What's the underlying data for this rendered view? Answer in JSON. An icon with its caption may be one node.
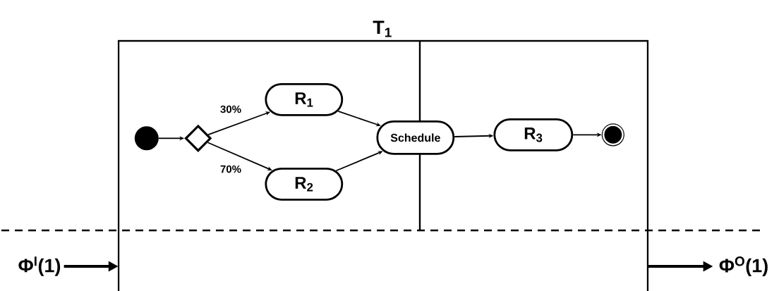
{
  "diagram": {
    "nodes": [
      {
        "text": [
          "T$_{1}$"
        ]
      },
      {
        "text": [],
        "shape": "circle",
        "in": 0
      },
      {
        "text": [],
        "shape": "diamond",
        "in": 0
      },
      {
        "text": [
          "R$_{1}$"
        ],
        "in": 0
      },
      {
        "text": [
          "R$_{2}$"
        ],
        "in": 0
      },
      {
        "text": [
          "Schedule"
        ],
        "in": 0
      },
      {
        "text": [
          "R$_{3}$"
        ],
        "in": 0
      },
      {
        "text": [],
        "shape": "circle",
        "in": 0
      },
      {
        "text": [
          "Φ$^{I}$(1)"
        ]
      },
      {
        "text": [
          "Φ$^{O}$(1)"
        ]
      }
    ],
    "edges": [
      {
        "from": 1,
        "to": 2,
        "arrow": "to"
      },
      {
        "from": 2,
        "to": 3,
        "arrow": "to",
        "label": "30%"
      },
      {
        "from": 2,
        "to": 4,
        "arrow": "to",
        "label": "70%"
      },
      {
        "from": 3,
        "to": 5,
        "arrow": "to"
      },
      {
        "from": 4,
        "to": 5,
        "arrow": "to"
      },
      {
        "from": 5,
        "to": 6,
        "arrow": "to"
      },
      {
        "from": 6,
        "to": 7,
        "arrow": "to"
      },
      {
        "from": 8,
        "to": 0,
        "arrow": "to",
        "style": "thick"
      },
      {
        "from": 0,
        "to": 9,
        "arrow": "to",
        "style": "thick"
      }
    ]
  }
}
